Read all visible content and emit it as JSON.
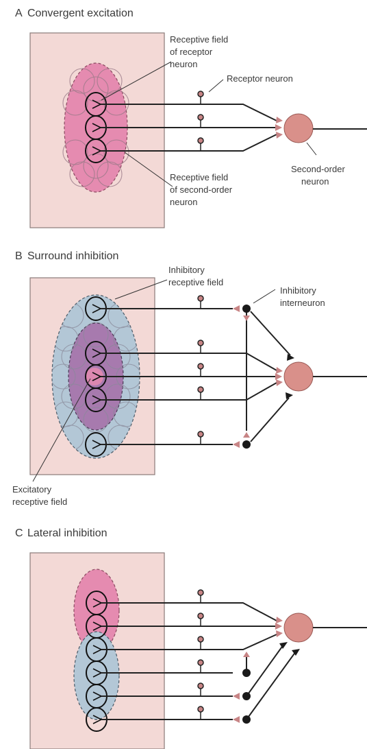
{
  "panels": [
    {
      "id": "A",
      "letter": "A",
      "title": "Convergent excitation",
      "labels": {
        "rf_receptor": [
          "Receptive field",
          "of receptor",
          "neuron"
        ],
        "receptor_neuron": "Receptor neuron",
        "rf_second_order": [
          "Receptive field",
          "of second-order",
          "neuron"
        ],
        "second_order_neuron": [
          "Second-order",
          "neuron"
        ]
      }
    },
    {
      "id": "B",
      "letter": "B",
      "title": "Surround inhibition",
      "labels": {
        "inhibitory_rf": [
          "Inhibitory",
          "receptive field"
        ],
        "inhibitory_interneuron": [
          "Inhibitory",
          "interneuron"
        ],
        "excitatory_rf": [
          "Excitatory",
          "receptive field"
        ]
      }
    },
    {
      "id": "C",
      "letter": "C",
      "title": "Lateral inhibition",
      "labels": {}
    }
  ],
  "colors": {
    "skin": "#f3d9d6",
    "skin_border": "#8a7a78",
    "excitatory_field": "#e58bb0",
    "inhibitory_field": "#b3c7d6",
    "overlap_field": "#a77aae",
    "terminal": "#c78485",
    "neuron_body": "#d9908a",
    "interneuron": "#1a1a1a",
    "axon": "#222222"
  }
}
